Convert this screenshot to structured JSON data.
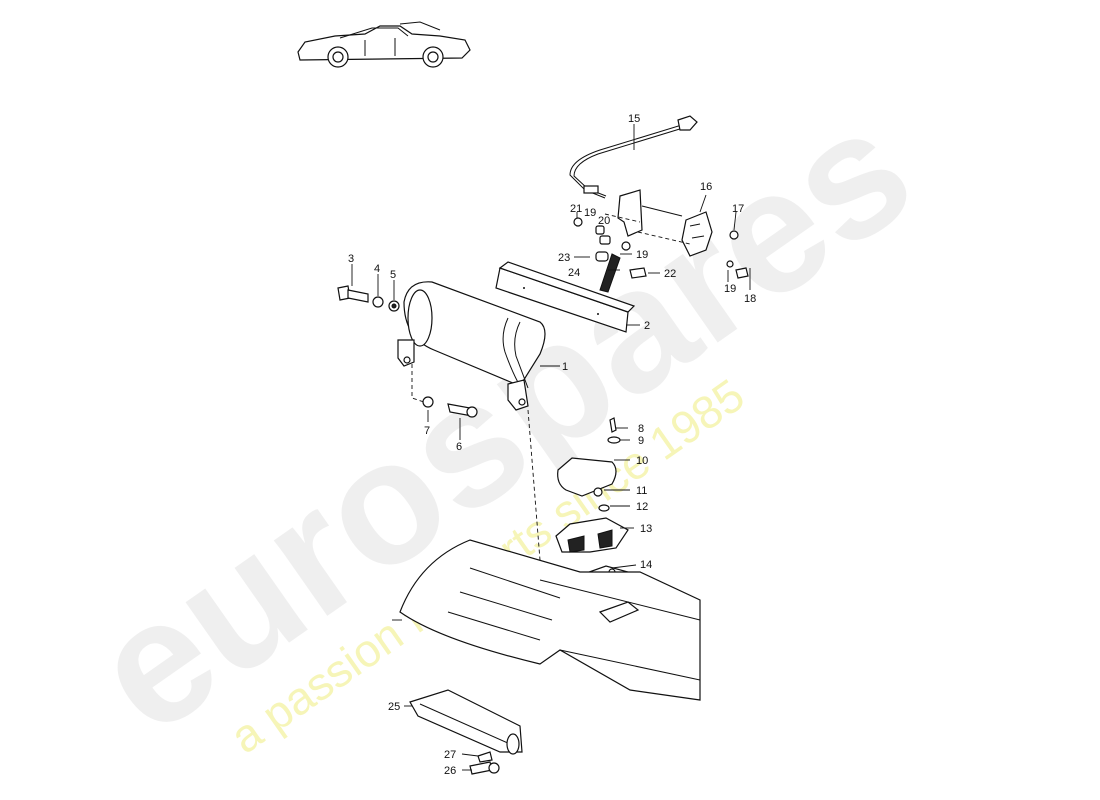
{
  "watermark": {
    "brand": "eurospares",
    "tagline": "a passion for parts since 1985",
    "brand_color": "#e6e6e6",
    "tagline_color": "#f3f2a0"
  },
  "thumbnail": {
    "icon": "convertible-car-icon"
  },
  "callouts": [
    "1",
    "2",
    "3",
    "4",
    "5",
    "6",
    "7",
    "8",
    "9",
    "10",
    "11",
    "12",
    "13",
    "14",
    "15",
    "16",
    "17",
    "18",
    "19",
    "19",
    "19",
    "20",
    "21",
    "22",
    "23",
    "24",
    "25",
    "26",
    "27"
  ]
}
